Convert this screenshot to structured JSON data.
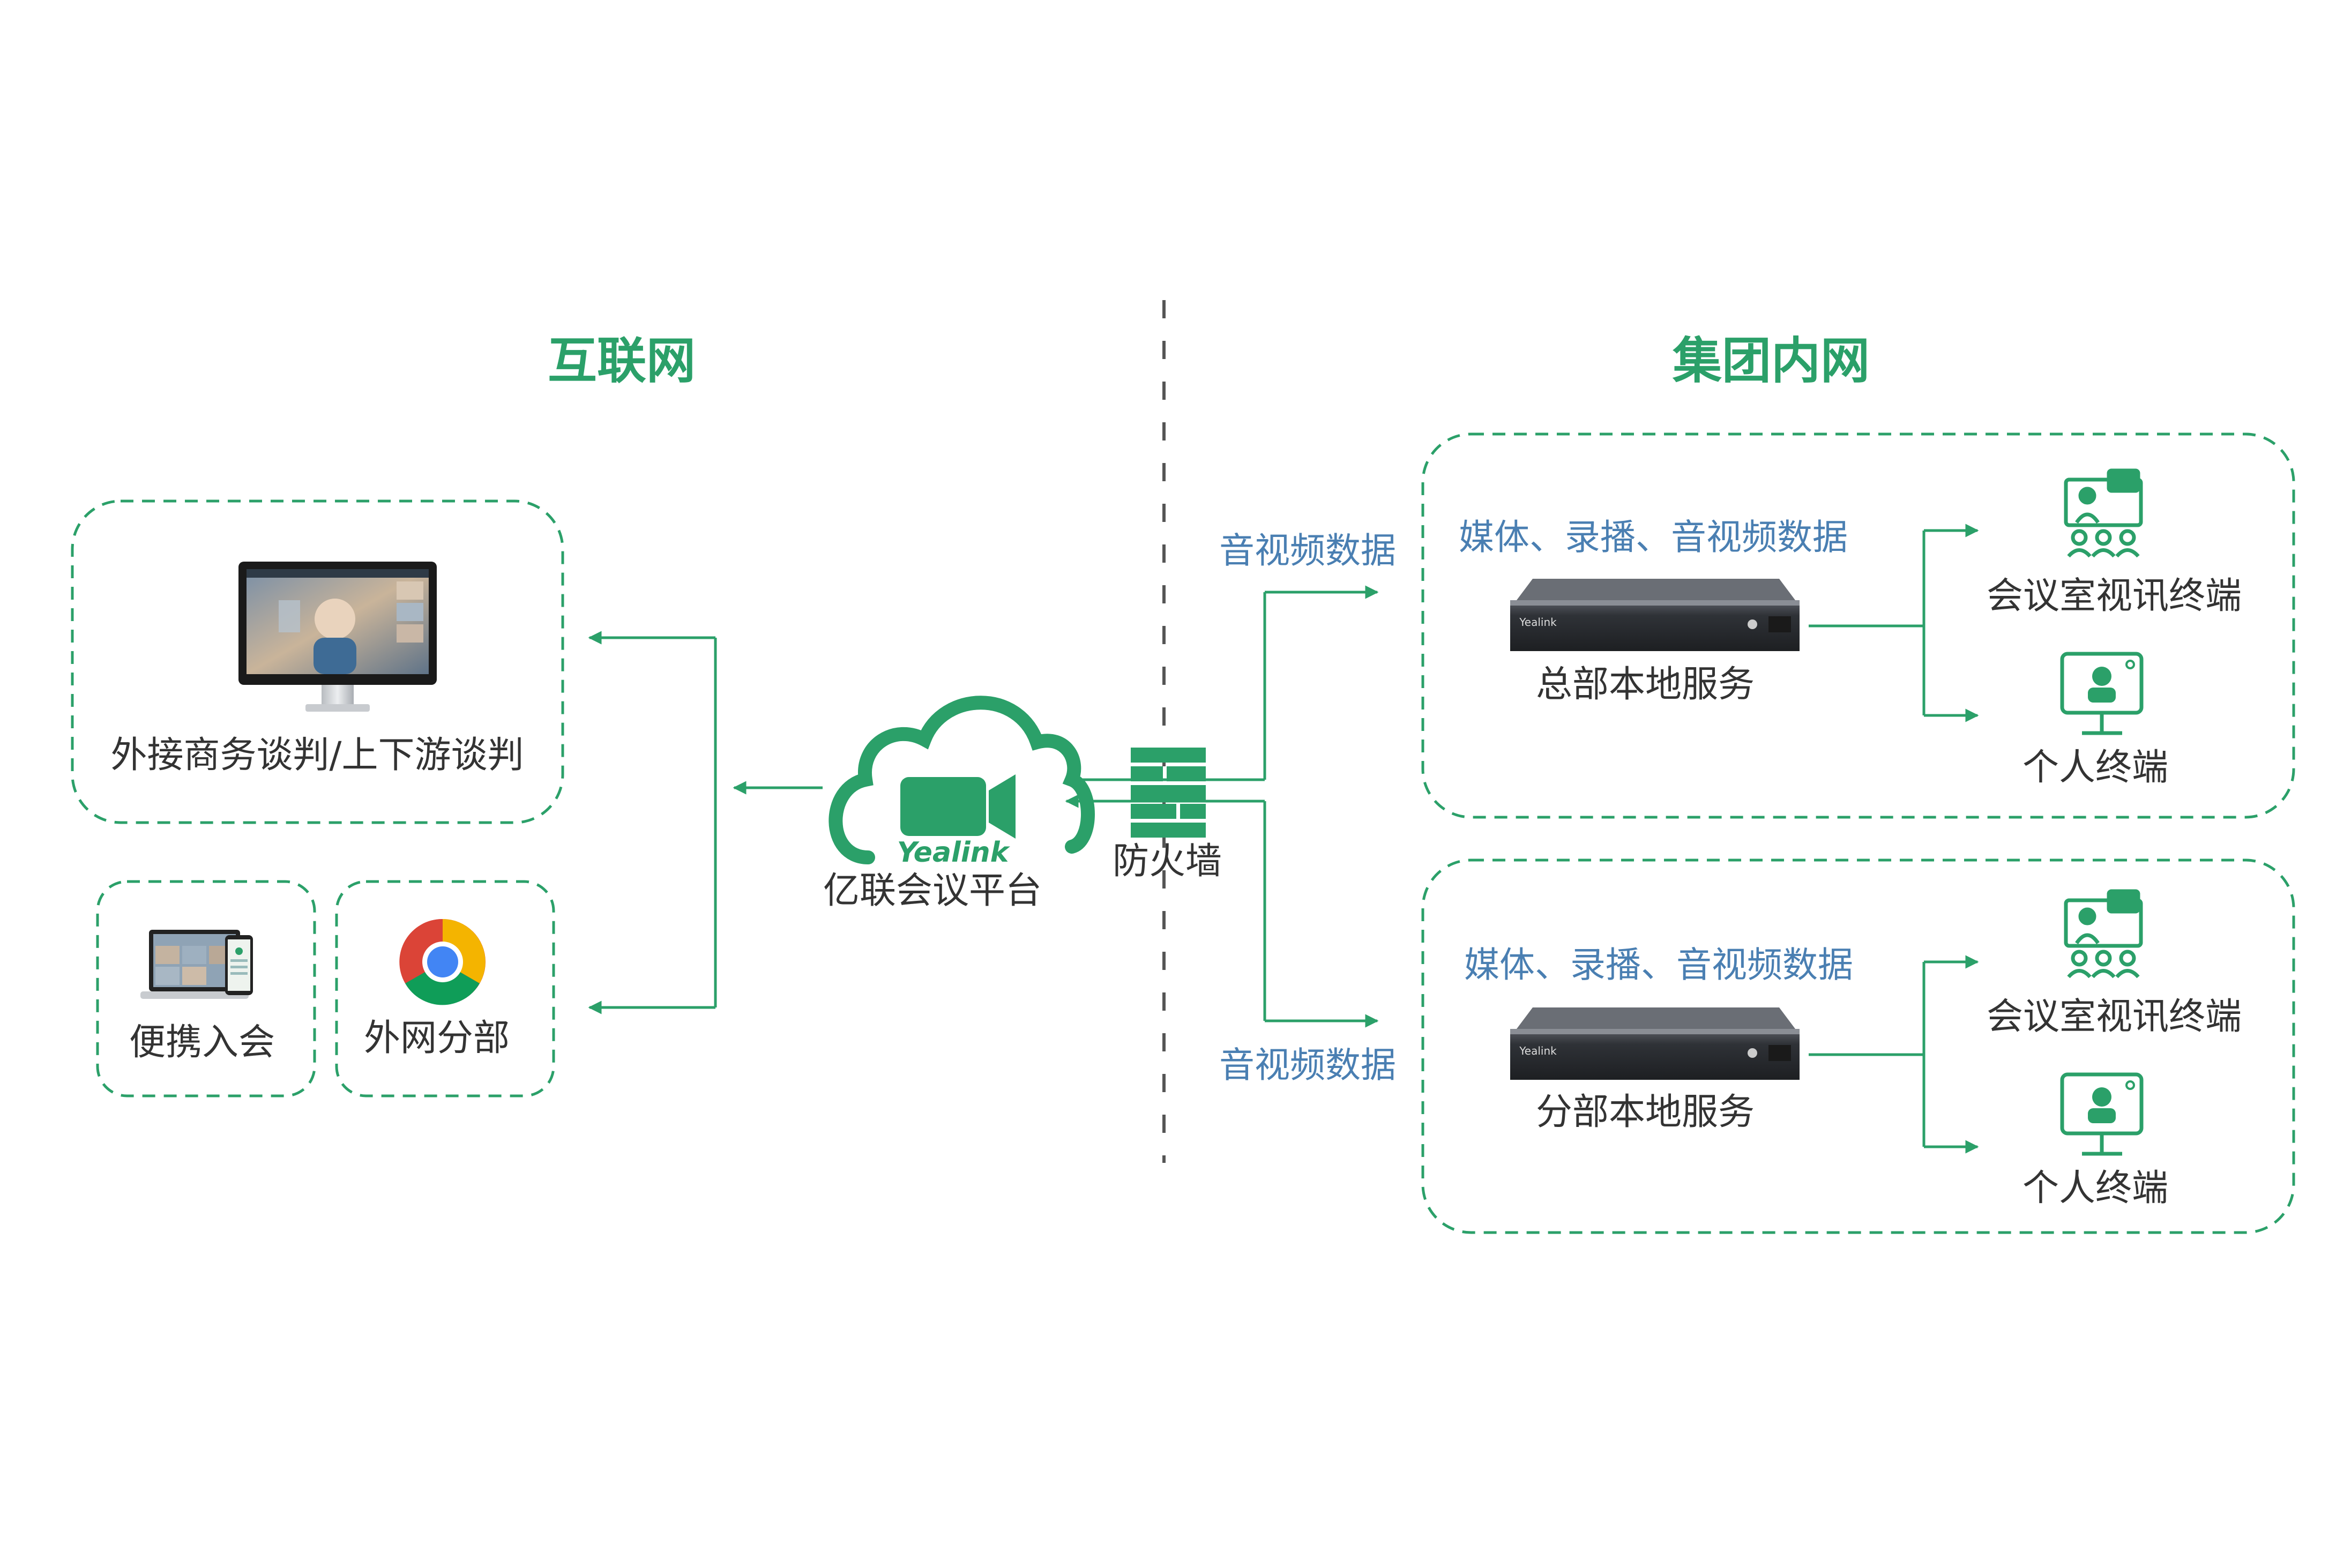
{
  "colors": {
    "green": "#2BA069",
    "blue": "#4A7FB2",
    "text": "#333333",
    "divider": "#555555",
    "monitor": "#1a1a1a",
    "server": "#3a3d42"
  },
  "left": {
    "title": "互联网",
    "box_main_label": "外接商务谈判/上下游谈判",
    "box_mobile_label": "便携入会",
    "box_branch_label": "外网分部"
  },
  "center": {
    "cloud_brand": "Yealink",
    "cloud_label": "亿联会议平台",
    "firewall_label": "防火墙"
  },
  "right": {
    "title": "集团内网",
    "top_arrow_label": "音视频数据",
    "bottom_arrow_label": "音视频数据",
    "hq": {
      "media_label": "媒体、录播、音视频数据",
      "server_brand": "Yealink",
      "server_label": "总部本地服务",
      "room_label": "会议室视讯终端",
      "personal_label": "个人终端"
    },
    "branch": {
      "media_label": "媒体、录播、音视频数据",
      "server_brand": "Yealink",
      "server_label": "分部本地服务",
      "room_label": "会议室视讯终端",
      "personal_label": "个人终端"
    }
  }
}
